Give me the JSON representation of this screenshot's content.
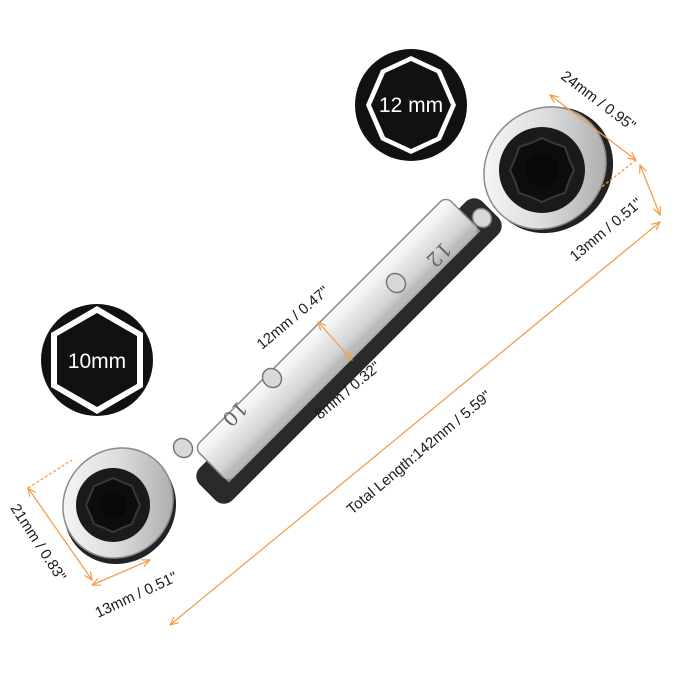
{
  "badges": {
    "large_hex": "12 mm",
    "small_hex": "10mm"
  },
  "dimensions": {
    "head_large_width": "24mm / 0.95\"",
    "head_large_thickness": "13mm / 0.51\"",
    "shank_width": "12mm / 0.47\"",
    "shank_thickness": "8mm / 0.32\"",
    "total_length": "Total Length:142mm / 5.59\"",
    "head_small_width": "21mm / 0.83\"",
    "head_small_thickness": "13mm / 0.51\""
  },
  "stamps": {
    "large_end": "12",
    "small_end": "10"
  },
  "colors": {
    "dimension_line": "#f0a050",
    "badge_fill": "#111111",
    "steel_light": "#f4f4f4",
    "steel_dark": "#9a9a9a"
  }
}
